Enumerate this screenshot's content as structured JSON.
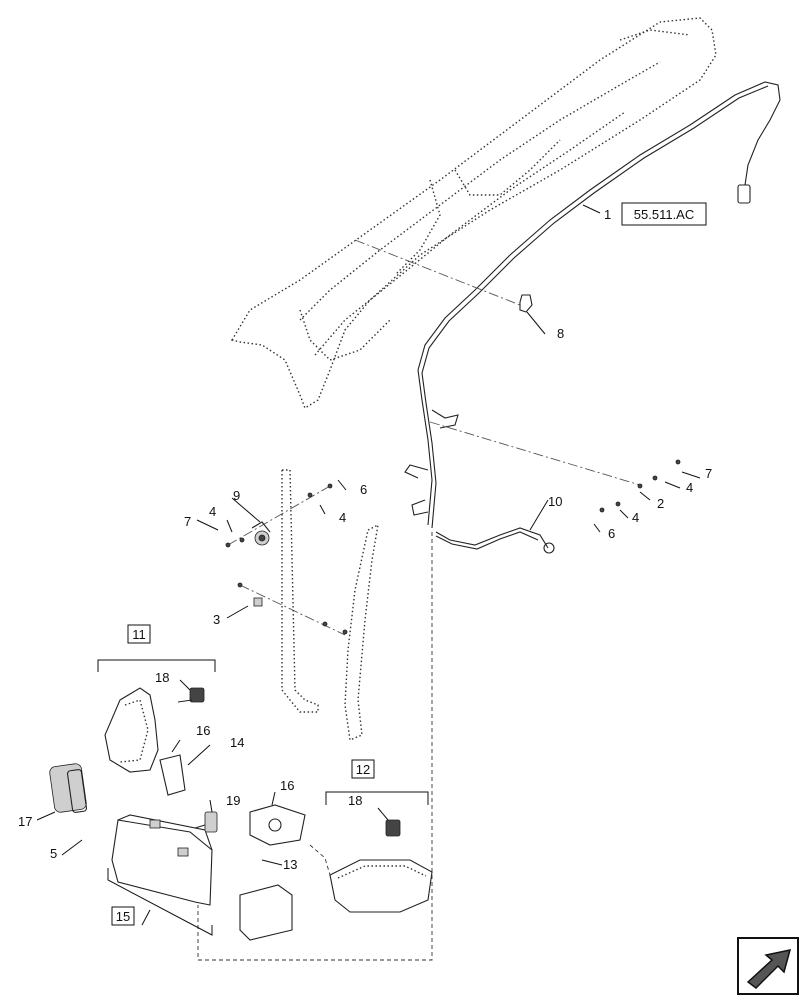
{
  "diagram": {
    "reference_box": "55.511.AC",
    "callouts": {
      "c1": "1",
      "c2": "2",
      "c3": "3",
      "c4a": "4",
      "c4b": "4",
      "c4c": "4",
      "c4d": "4",
      "c5": "5",
      "c6a": "6",
      "c6b": "6",
      "c7a": "7",
      "c7b": "7",
      "c8": "8",
      "c9": "9",
      "c10": "10",
      "c11": "11",
      "c12": "12",
      "c13": "13",
      "c14": "14",
      "c15": "15",
      "c16a": "16",
      "c16b": "16",
      "c17": "17",
      "c18a": "18",
      "c18b": "18",
      "c19": "19"
    },
    "icons": {
      "corner_arrow": "next-page-arrow-icon"
    }
  }
}
